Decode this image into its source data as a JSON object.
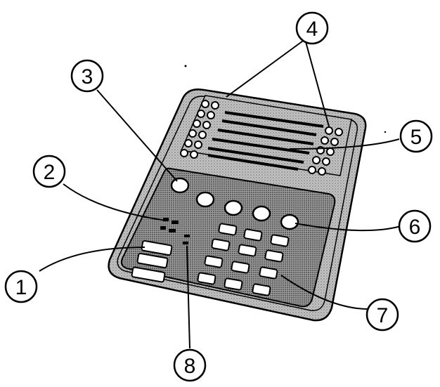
{
  "colors": {
    "ink": "#000000",
    "body": "#9a9a9a",
    "panel": "#b8b8b8",
    "paper": "#ffffff"
  },
  "callouts": [
    {
      "label": "1",
      "part": "button-block-left"
    },
    {
      "label": "2",
      "part": "indicator-leds"
    },
    {
      "label": "3",
      "part": "round-key-row"
    },
    {
      "label": "4",
      "part": "upper-buttons"
    },
    {
      "label": "5",
      "part": "line-key-strips"
    },
    {
      "label": "6",
      "part": "round-key-right"
    },
    {
      "label": "7",
      "part": "dial-keypad"
    },
    {
      "label": "8",
      "part": "center-leds"
    }
  ]
}
